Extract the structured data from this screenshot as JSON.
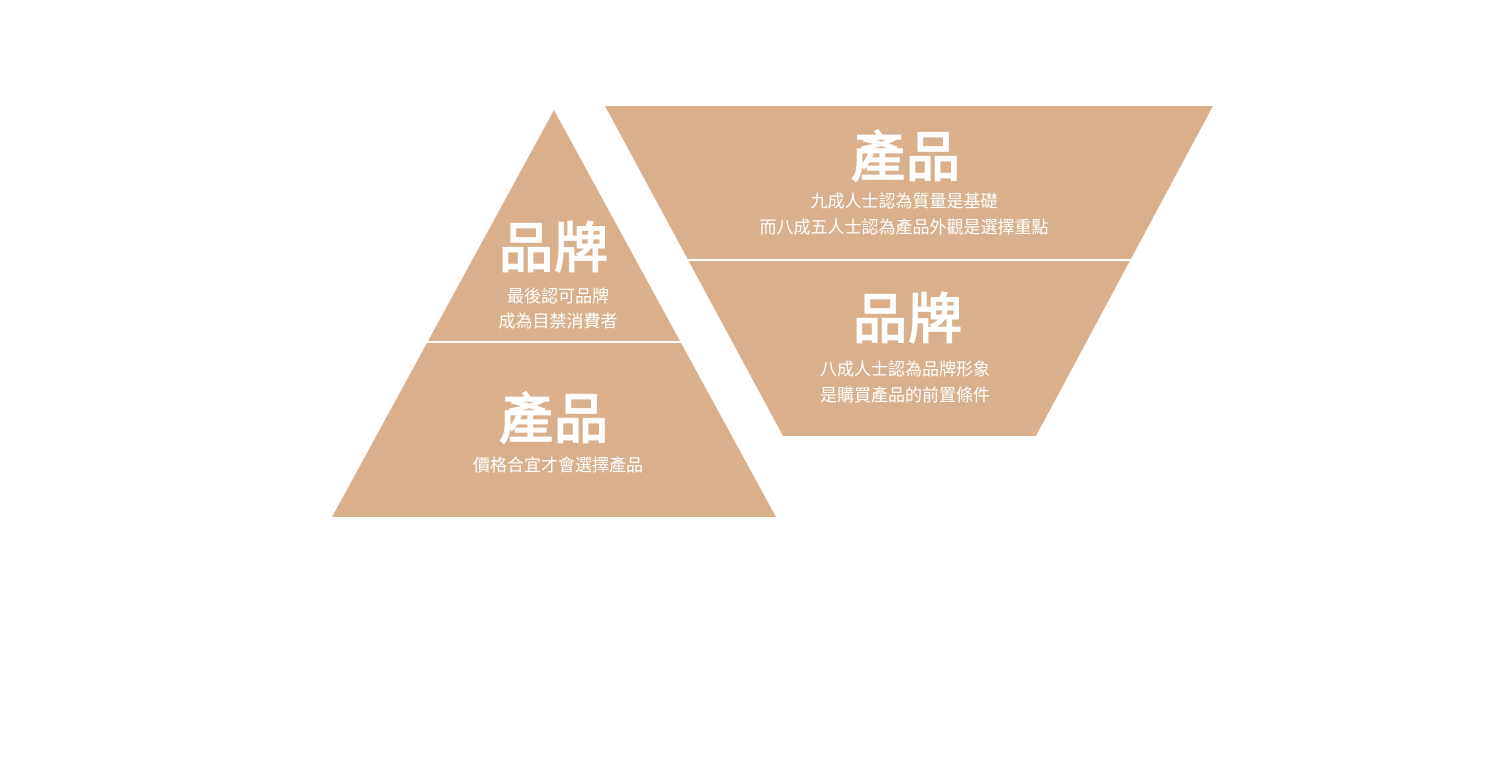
{
  "colors": {
    "background": "#FFFFFF",
    "shape_fill": "#D9AF8C",
    "divider": "#FFFFFF",
    "text": "#FFFFFF"
  },
  "left_pyramid": {
    "top_section": {
      "title": "品牌",
      "lines": [
        "最後認可品牌",
        "成為目禁消費者"
      ]
    },
    "bottom_section": {
      "title": "產品",
      "lines": [
        "價格合宜才會選擇產品"
      ]
    }
  },
  "right_inverted_pyramid": {
    "top_section": {
      "title": "產品",
      "lines": [
        "九成人士認為質量是基礎",
        "而八成五人士認為產品外觀是選擇重點"
      ]
    },
    "bottom_section": {
      "title": "品牌",
      "lines": [
        "八成人士認為品牌形象",
        "是購買產品的前置條件"
      ]
    }
  }
}
